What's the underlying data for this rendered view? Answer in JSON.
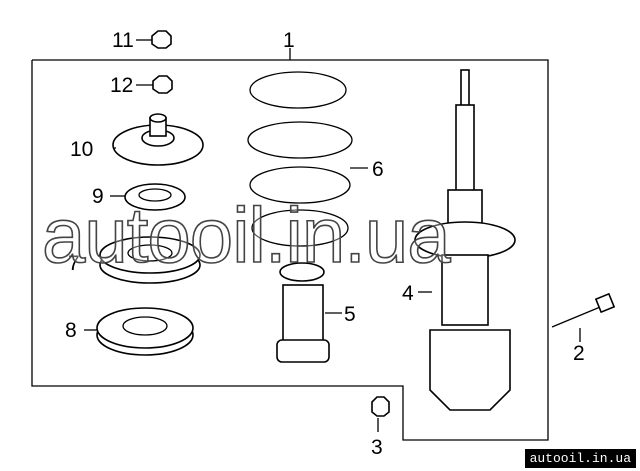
{
  "diagram": {
    "callouts": [
      "1",
      "2",
      "3",
      "4",
      "5",
      "6",
      "7",
      "8",
      "9",
      "10",
      "11",
      "12"
    ],
    "parts": {
      "1": "strut-assembly",
      "2": "bolt",
      "3": "nut",
      "4": "strut",
      "5": "bump-stop",
      "6": "coil-spring",
      "7": "spring-seat",
      "8": "lower-insulator",
      "9": "bearing",
      "10": "upper-mount",
      "11": "nut",
      "12": "nut"
    }
  },
  "watermark": "autooil.in.ua",
  "badge": "autooil.in.ua"
}
